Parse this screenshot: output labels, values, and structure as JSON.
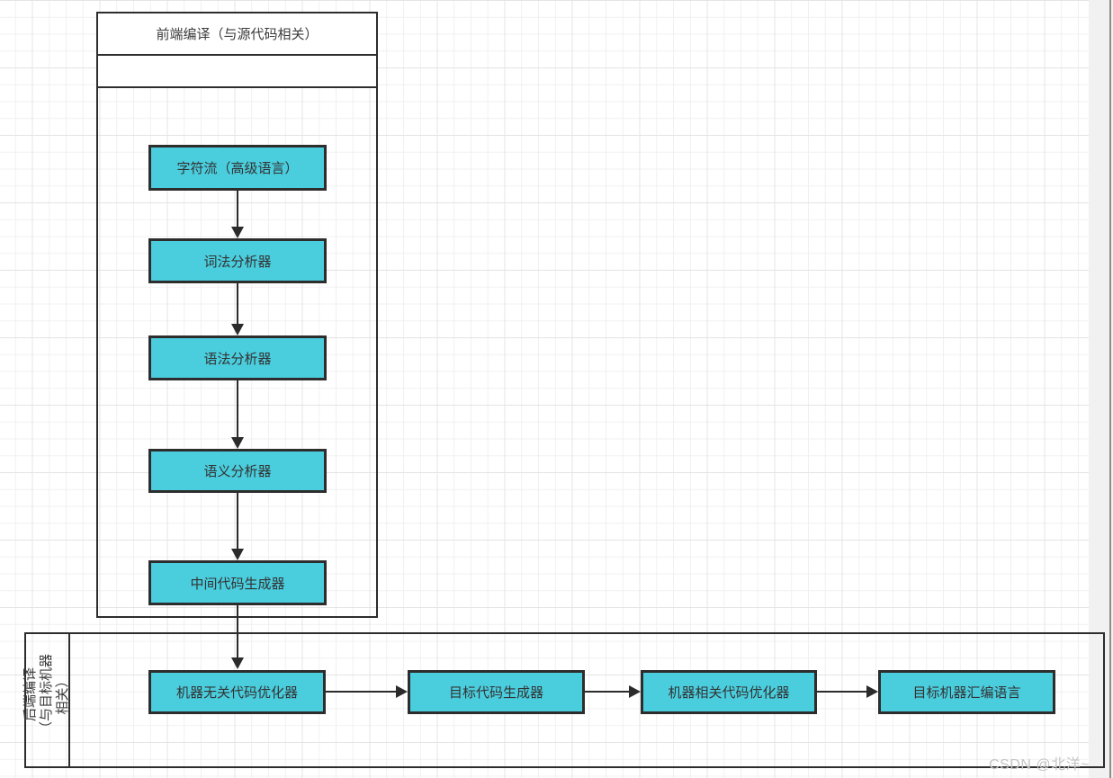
{
  "diagram": {
    "front_end": {
      "title": "前端编译（与源代码相关）",
      "nodes": [
        {
          "label": "字符流（高级语言）"
        },
        {
          "label": "词法分析器"
        },
        {
          "label": "语法分析器"
        },
        {
          "label": "语义分析器"
        },
        {
          "label": "中间代码生成器"
        }
      ]
    },
    "back_end": {
      "title": "后端编译（与目标机器相关）",
      "title_wrapped": "后端编译\n（与目标机器\n相关）",
      "nodes": [
        {
          "label": "机器无关代码优化器"
        },
        {
          "label": "目标代码生成器"
        },
        {
          "label": "机器相关代码优化器"
        },
        {
          "label": "目标机器汇编语言"
        }
      ]
    },
    "colors": {
      "node_fill": "#4acddd",
      "node_border": "#2d2d2d",
      "container_border": "#2d2d2d",
      "arrow": "#2b2b2b",
      "text": "#3c3c3c",
      "grid_minor": "#f0f0f0",
      "grid_major": "#e4e4e4",
      "watermark_text_color": "#c5c5c5",
      "canvas_edge_band": "#f1f1f2",
      "canvas_edge_line": "#8d8d8d"
    },
    "watermark": "CSDN @北洋~"
  }
}
